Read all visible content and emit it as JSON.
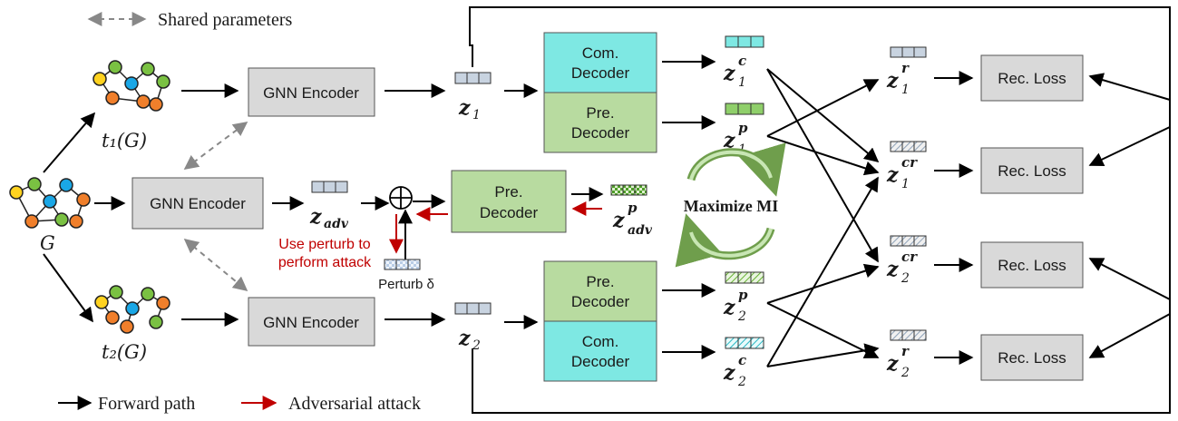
{
  "legend": {
    "shared": "Shared parameters",
    "forward": "Forward path",
    "adversarial": "Adversarial attack"
  },
  "encoders": {
    "top": "GNN Encoder",
    "middle": "GNN Encoder",
    "bottom": "GNN Encoder"
  },
  "graphs": {
    "input": "G",
    "view1": "t₁(G)",
    "view2": "t₂(G)"
  },
  "decoders": {
    "com_top_1": "Com.",
    "com_top_2": "Decoder",
    "pre_top_1": "Pre.",
    "pre_top_2": "Decoder",
    "pre_mid_1": "Pre.",
    "pre_mid_2": "Decoder",
    "pre_bot_1": "Pre.",
    "pre_bot_2": "Decoder",
    "com_bot_1": "Com.",
    "com_bot_2": "Decoder"
  },
  "embeddings": {
    "z1": "z",
    "z1_sub": "1",
    "zadv": "z",
    "zadv_sub": "adv",
    "z2": "z",
    "z2_sub": "2"
  },
  "latents": {
    "z1c_sup": "c",
    "z1c_sub": "1",
    "z1p_sup": "p",
    "z1p_sub": "1",
    "zadvp_sup": "p",
    "zadvp_sub": "adv",
    "z2p_sup": "p",
    "z2p_sub": "2",
    "z2c_sup": "c",
    "z2c_sub": "2",
    "z1r_sup": "r",
    "z1r_sub": "1",
    "z1cr_sup": "cr",
    "z1cr_sub": "1",
    "z2cr_sup": "cr",
    "z2cr_sub": "2",
    "z2r_sup": "r",
    "z2r_sub": "2"
  },
  "losses": {
    "l1": "Rec. Loss",
    "l2": "Rec. Loss",
    "l3": "Rec. Loss",
    "l4": "Rec. Loss"
  },
  "attack": {
    "line1": "Use perturb to",
    "line2": "perform attack",
    "perturb": "Perturb δ"
  },
  "mi": "Maximize MI",
  "colors": {
    "encoder": "#d9d9d9",
    "com_decoder": "#7ee8e3",
    "pre_decoder": "#b8dba0",
    "loss": "#d9d9d9",
    "red": "#c00000",
    "node_yellow": "#ffd21f",
    "node_green": "#7ac142",
    "node_blue": "#1aa7e6",
    "node_orange": "#f07f2b"
  }
}
